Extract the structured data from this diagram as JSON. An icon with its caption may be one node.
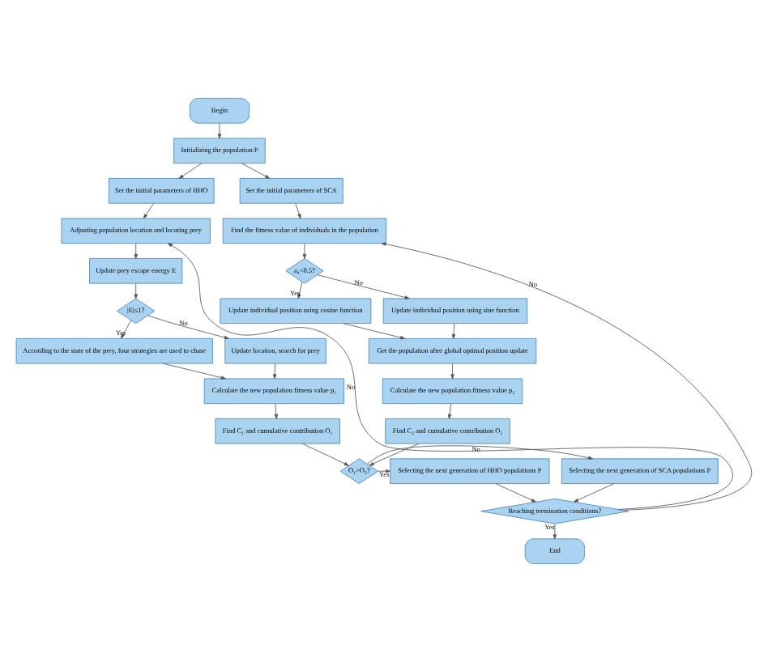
{
  "diagram": {
    "nodes": [
      {
        "text": [
          "Begin"
        ]
      },
      {
        "text": [
          "Initializing the population P"
        ]
      },
      {
        "text": [
          "Set the initial parameters of HHO"
        ]
      },
      {
        "text": [
          "Adjusting population location and locating prey"
        ]
      },
      {
        "text": [
          "Update prey escape energy E"
        ]
      },
      {
        "text": [
          "|E|≤1?"
        ]
      },
      {
        "text": [
          "According to the state of the prey, four strategies are used to chase"
        ]
      },
      {
        "text": [
          "Update location, search for prey"
        ]
      },
      {
        "text": [
          "Calculate the new population fitness value p₁"
        ]
      },
      {
        "text": [
          "Find C₁ and cumulative contribution O₁"
        ]
      },
      {
        "text": [
          "Update individual position using cosine function"
        ]
      },
      {
        "text": [
          "Get the population after global optimal position update"
        ]
      },
      {
        "text": [
          "Calculate the new population fitness value p₂"
        ]
      },
      {
        "text": [
          "Find C₂ and cumulative contribution O₂"
        ]
      },
      {
        "text": [
          "Set the initial parameters of SCA"
        ]
      },
      {
        "text": [
          "Find the fitness value of individuals in the population"
        ]
      },
      {
        "text": [
          "a₄<0.5?"
        ]
      },
      {
        "text": [
          "Update individual position using sine function"
        ]
      },
      {
        "text": [
          "O₁>O₂?"
        ]
      },
      {
        "text": [
          "Selecting the next generation of SCA populations P"
        ]
      },
      {
        "text": [
          "Selecting the next generation of HHO populations P"
        ]
      },
      {
        "text": [
          "Reaching termination conditions?"
        ]
      },
      {
        "text": [
          "End"
        ]
      }
    ],
    "edges": [
      {
        "from": 0,
        "to": 1,
        "arrow": "to"
      },
      {
        "from": 1,
        "to": 2,
        "arrow": "to"
      },
      {
        "from": 1,
        "to": 14,
        "arrow": "to"
      },
      {
        "from": 2,
        "to": 3,
        "arrow": "to"
      },
      {
        "from": 3,
        "to": 4,
        "arrow": "to"
      },
      {
        "from": 4,
        "to": 5,
        "arrow": "to"
      },
      {
        "from": 5,
        "to": 6,
        "arrow": "to",
        "label": "Yes"
      },
      {
        "from": 5,
        "to": 7,
        "arrow": "to",
        "label": "No"
      },
      {
        "from": 6,
        "to": 8,
        "arrow": "to"
      },
      {
        "from": 7,
        "to": 8,
        "arrow": "to"
      },
      {
        "from": 8,
        "to": 9,
        "arrow": "to"
      },
      {
        "from": 9,
        "to": 18,
        "arrow": "to"
      },
      {
        "from": 10,
        "to": 11,
        "arrow": "to"
      },
      {
        "from": 11,
        "to": 12,
        "arrow": "to"
      },
      {
        "from": 12,
        "to": 13,
        "arrow": "to"
      },
      {
        "from": 13,
        "to": 18,
        "arrow": "to"
      },
      {
        "from": 14,
        "to": 15,
        "arrow": "to"
      },
      {
        "from": 15,
        "to": 16,
        "arrow": "to"
      },
      {
        "from": 16,
        "to": 10,
        "arrow": "to",
        "label": "Yes"
      },
      {
        "from": 16,
        "to": 17,
        "arrow": "to",
        "label": "No"
      },
      {
        "from": 17,
        "to": 11,
        "arrow": "to"
      },
      {
        "from": 18,
        "to": 19,
        "arrow": "to",
        "label": "No"
      },
      {
        "from": 18,
        "to": 20,
        "arrow": "to",
        "label": "Yes"
      },
      {
        "from": 19,
        "to": 21,
        "arrow": "to"
      },
      {
        "from": 20,
        "to": 21,
        "arrow": "to"
      },
      {
        "from": 21,
        "to": 3,
        "arrow": "to",
        "label": "No"
      },
      {
        "from": 21,
        "to": 15,
        "arrow": "to",
        "label": "No"
      },
      {
        "from": 21,
        "to": 22,
        "arrow": "to",
        "label": "Yes"
      }
    ]
  }
}
